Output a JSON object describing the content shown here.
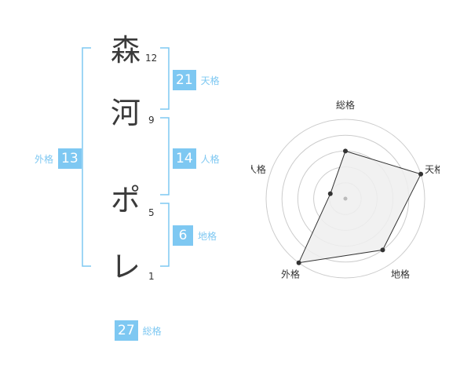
{
  "theme": {
    "accent": "#7ec8f2",
    "grid": "#cccccc",
    "fill": "#eeeeee",
    "line": "#333333"
  },
  "name": {
    "chars": [
      {
        "char": "森",
        "strokes": "12"
      },
      {
        "char": "河",
        "strokes": "9"
      },
      {
        "char": "ポ",
        "strokes": "5"
      },
      {
        "char": "レ",
        "strokes": "1"
      }
    ]
  },
  "kakusu": {
    "tenkaku": {
      "value": "21",
      "label": "天格"
    },
    "jinkaku": {
      "value": "14",
      "label": "人格"
    },
    "chikaku": {
      "value": "6",
      "label": "地格"
    },
    "gaikaku": {
      "value": "13",
      "label": "外格"
    },
    "soukaku": {
      "value": "27",
      "label": "総格"
    }
  },
  "chart_data": {
    "type": "radar",
    "axes": [
      "総格",
      "天格",
      "地格",
      "外格",
      "人格"
    ],
    "levels": 5,
    "max": 5,
    "values": [
      3,
      5,
      4,
      5,
      1
    ]
  }
}
